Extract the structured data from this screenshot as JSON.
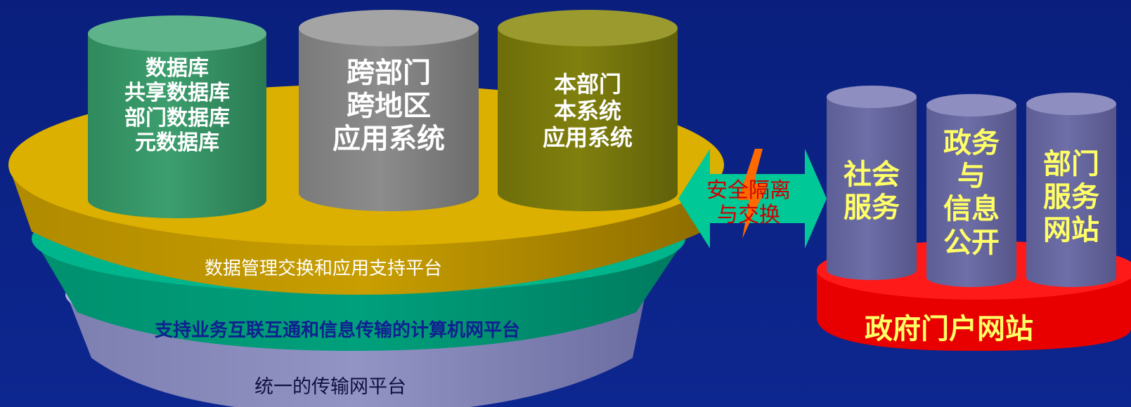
{
  "colors": {
    "background": "#0b2285",
    "data_platform": "#dcb000",
    "network_platform": "#00b48c",
    "transport_platform": "#a7a9d2",
    "cyl_database": "#3c9c6c",
    "cyl_cross_dept": "#8a8a8a",
    "cyl_dept": "#7c7c10",
    "portal_base": "#ff0000",
    "portal_cylinder": "#6a6aa0",
    "arrow": "#00c896",
    "bolt": "#ff6a00",
    "yellow_text": "#ffff66",
    "red_text": "#cc0000",
    "navy_text": "#102090"
  },
  "platforms": {
    "data_mgmt": "数据管理交换和应用支持平台",
    "network": "支持业务互联互通和信息传输的计算机网平台",
    "transport": "统一的传输网平台"
  },
  "cylinders": {
    "database": "数据库\n共享数据库\n部门数据库\n元数据库",
    "cross_dept": "跨部门\n跨地区\n应用系统",
    "dept": "本部门\n本系统\n应用系统"
  },
  "security": "安全隔离\n与交换",
  "portal": {
    "title": "政府门户网站",
    "social": "社会\n服务",
    "gov_affairs": "政务\n与\n信息\n公开",
    "dept_site": "部门\n服务\n网站"
  }
}
